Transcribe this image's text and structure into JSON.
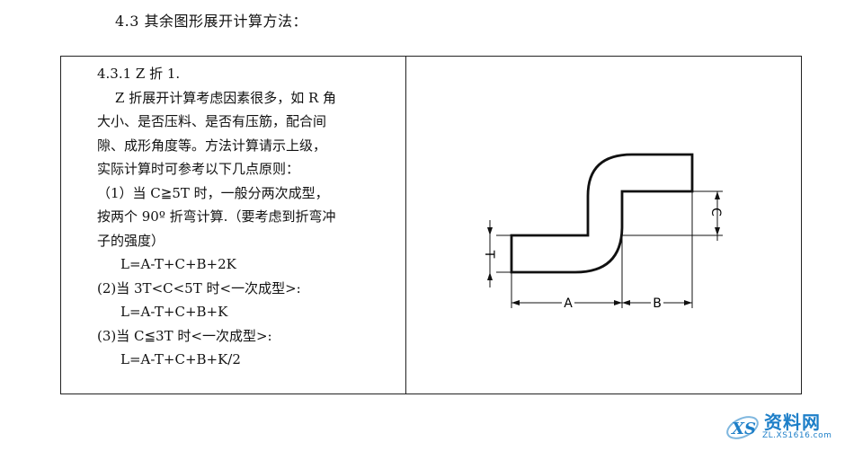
{
  "section_heading": "4.3  其余图形展开计算方法：",
  "content": {
    "subtitle": "4.3.1    Z 折 1.",
    "lines": [
      "Z 折展开计算考虑因素很多，如 R 角",
      "大小、是否压料、是否有压筋，配合间",
      "隙、成形角度等。方法计算请示上级，",
      "实际计算时可参考以下几点原则：",
      "（1）当 C≧5T 时，一般分两次成型，",
      "按两个 90º 折弯计算.（要考虑到折弯冲",
      "子的强度）",
      "L=A-T+C+B+2K",
      "(2)当 3T<C<5T 时<一次成型>:",
      "L=A-T+C+B+K",
      "(3)当 C≦3T 时<一次成型>:",
      "L=A-T+C+B+K/2"
    ]
  },
  "figure": {
    "label_t": "T",
    "label_c": "C",
    "label_a": "A",
    "label_b": "B"
  },
  "watermark": {
    "text": "资料网",
    "url": "ZL.XS1616.com"
  }
}
